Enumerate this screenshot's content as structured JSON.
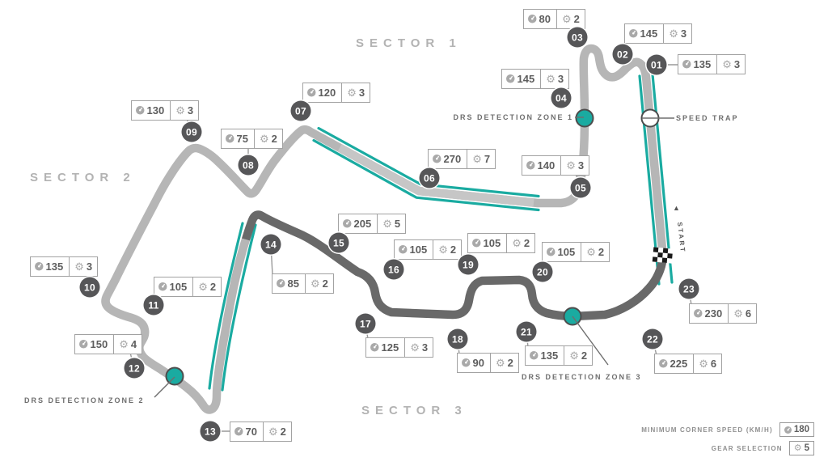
{
  "sectors": [
    {
      "label": "SECTOR 1"
    },
    {
      "label": "SECTOR 2"
    },
    {
      "label": "SECTOR 3"
    }
  ],
  "corners": [
    {
      "num": "01",
      "speed": "135",
      "gear": "3"
    },
    {
      "num": "02",
      "speed": "145",
      "gear": "3"
    },
    {
      "num": "03",
      "speed": "80",
      "gear": "2"
    },
    {
      "num": "04",
      "speed": "145",
      "gear": "3"
    },
    {
      "num": "05",
      "speed": "140",
      "gear": "3"
    },
    {
      "num": "06",
      "speed": "270",
      "gear": "7"
    },
    {
      "num": "07",
      "speed": "120",
      "gear": "3"
    },
    {
      "num": "08",
      "speed": "75",
      "gear": "2"
    },
    {
      "num": "09",
      "speed": "130",
      "gear": "3"
    },
    {
      "num": "10",
      "speed": "135",
      "gear": "3"
    },
    {
      "num": "11",
      "speed": "105",
      "gear": "2"
    },
    {
      "num": "12",
      "speed": "150",
      "gear": "4"
    },
    {
      "num": "13",
      "speed": "70",
      "gear": "2"
    },
    {
      "num": "14",
      "speed": "85",
      "gear": "2"
    },
    {
      "num": "15",
      "speed": "205",
      "gear": "5"
    },
    {
      "num": "16",
      "speed": "105",
      "gear": "2"
    },
    {
      "num": "17",
      "speed": "125",
      "gear": "3"
    },
    {
      "num": "18",
      "speed": "90",
      "gear": "2"
    },
    {
      "num": "19",
      "speed": "105",
      "gear": "2"
    },
    {
      "num": "20",
      "speed": "105",
      "gear": "2"
    },
    {
      "num": "21",
      "speed": "135",
      "gear": "2"
    },
    {
      "num": "22",
      "speed": "225",
      "gear": "6"
    },
    {
      "num": "23",
      "speed": "230",
      "gear": "6"
    }
  ],
  "markers": {
    "drs_zone_1": "DRS DETECTION ZONE 1",
    "drs_zone_2": "DRS DETECTION ZONE 2",
    "drs_zone_3": "DRS DETECTION ZONE 3",
    "speed_trap": "SPEED TRAP",
    "start": "START"
  },
  "legend": {
    "min_corner_speed_label": "MINIMUM CORNER SPEED (KM/H)",
    "min_corner_speed_value": "180",
    "gear_selection_label": "GEAR SELECTION",
    "gear_selection_value": "5"
  },
  "icons": {
    "speed": "speedometer-icon",
    "gear": "gear-icon",
    "gear_glyph": "⚙",
    "start_arrow_glyph": "▲"
  },
  "colors": {
    "teal": "#1aaba1",
    "track_light": "#b6b6b6",
    "track_straight_light": "#c6c6c6",
    "track_dark": "#696969",
    "corner_marker": "#565658",
    "label_border": "#a2a2a2",
    "label_text": "#5e5e5e",
    "icon_gray": "#a9a9a9",
    "sector_text": "#b3b3b3",
    "annotation_text": "#6e6e6e",
    "legend_text": "#8f8f8f"
  }
}
